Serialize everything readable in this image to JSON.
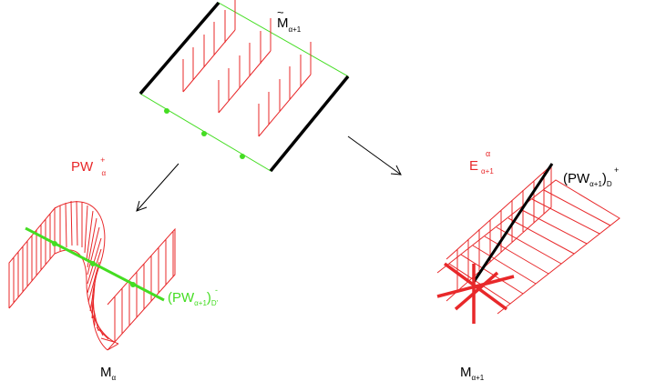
{
  "colors": {
    "red": "#e8282a",
    "green": "#44dd22",
    "black": "#000000"
  },
  "labels": {
    "m_tilde": {
      "main": "M",
      "accent": "~",
      "sub": "α+1"
    },
    "pw_plus": {
      "main": "PW",
      "sup": "+",
      "sub": "α"
    },
    "e_alpha": {
      "main": "E",
      "sup": "α",
      "sub": "α+1"
    },
    "pw_d_plus": {
      "open": "(PW",
      "sub": "α+1",
      "sup": "+",
      "close": ")",
      "tail": "D"
    },
    "pw_d_minus": {
      "open": "(PW",
      "sub": "α+1",
      "sup": "-",
      "close": ")",
      "tail": "D'"
    },
    "m_alpha": {
      "main": "M",
      "sub": "α"
    },
    "m_alpha1": {
      "main": "M",
      "sub": "α+1"
    }
  }
}
